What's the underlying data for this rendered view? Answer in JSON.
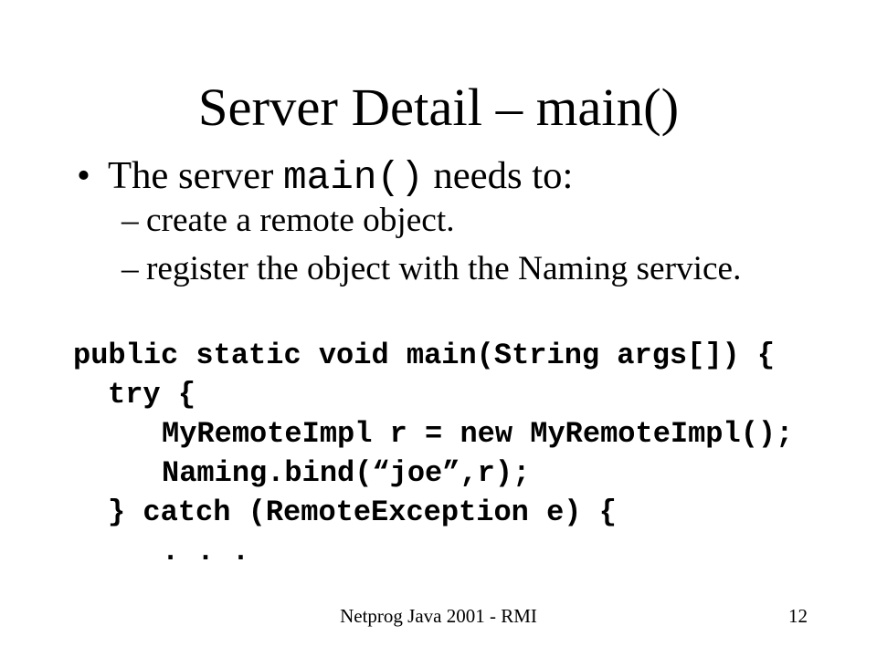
{
  "slide": {
    "title": "Server Detail – main()",
    "bullet": {
      "symbol": "•",
      "text_before": "The server ",
      "code": "main()",
      "text_after": " needs to:"
    },
    "sub_bullets": [
      {
        "symbol": "–",
        "text": "create a remote object."
      },
      {
        "symbol": "–",
        "text": "register the object with the Naming service."
      }
    ],
    "code_lines": [
      "public static void main(String args[]) {",
      "try {",
      "MyRemoteImpl r = new MyRemoteImpl();",
      "Naming.bind(“joe”,r);",
      "} catch (RemoteException e) {",
      ". . ."
    ],
    "footer": "Netprog Java 2001 - RMI",
    "slide_number": "12",
    "colors": {
      "background": "#ffffff",
      "text": "#000000"
    }
  }
}
